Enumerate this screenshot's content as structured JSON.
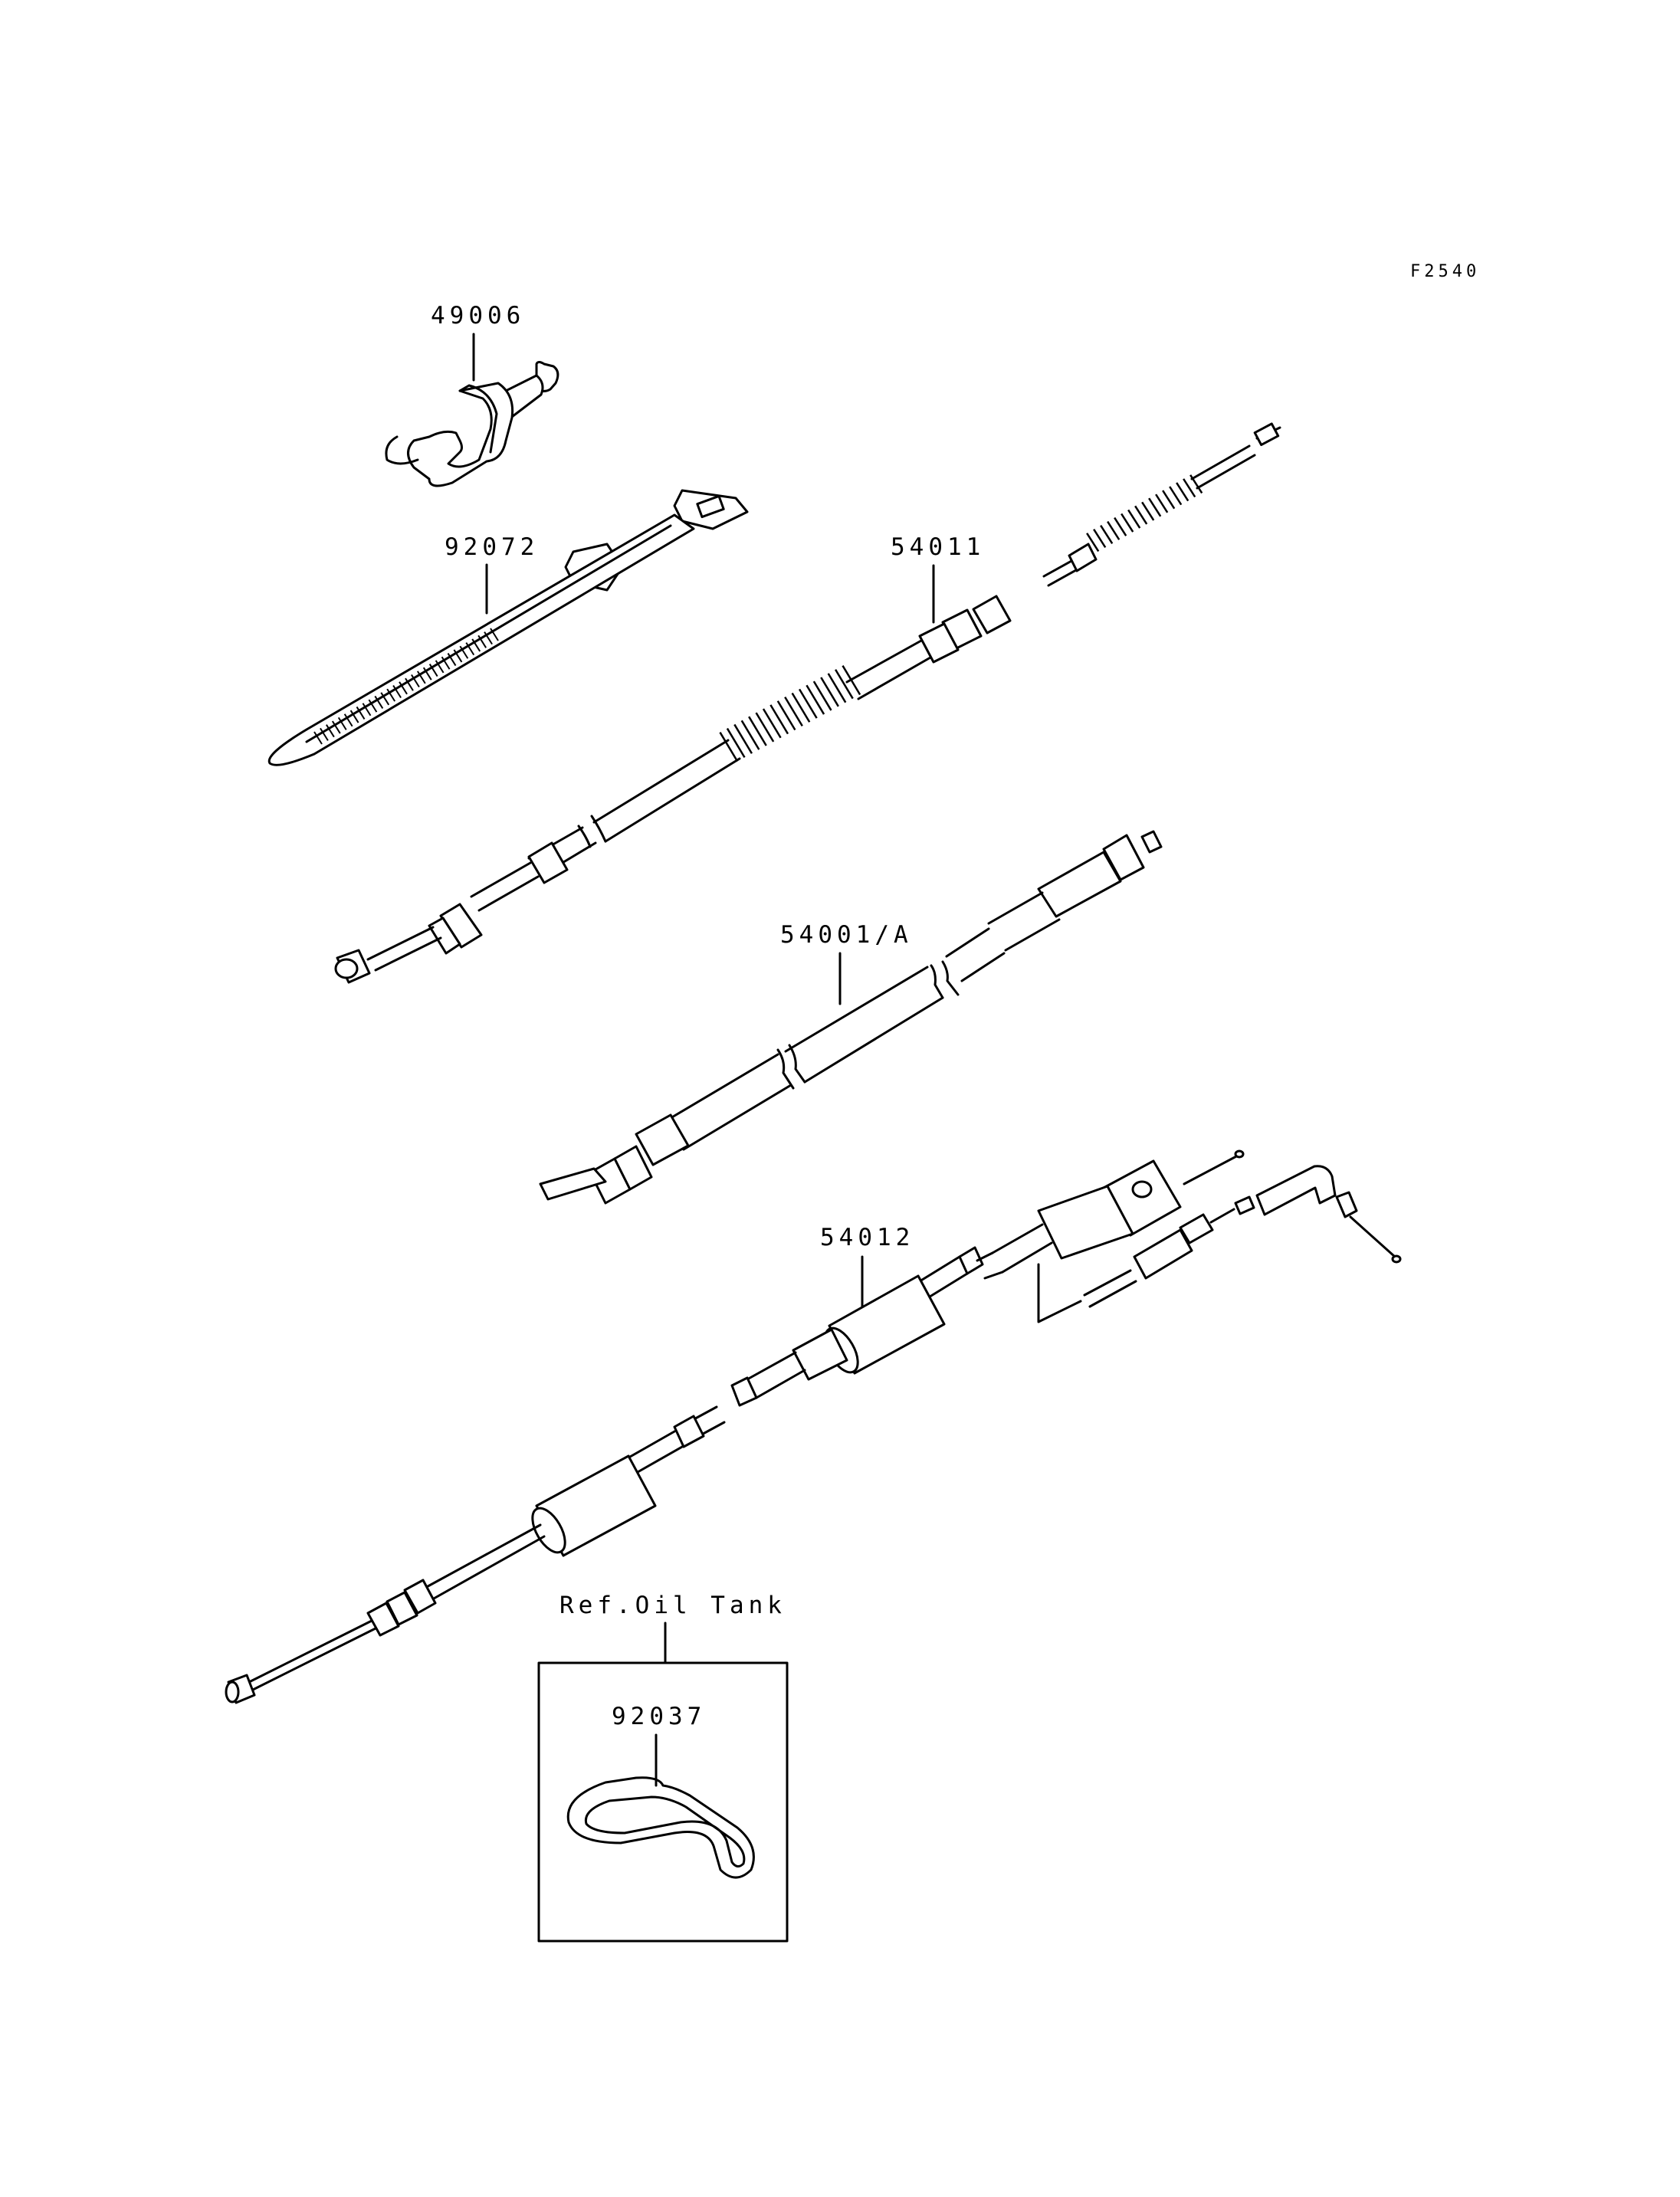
{
  "figure_code": "F2540",
  "parts": [
    {
      "id": "49006",
      "label": "49006"
    },
    {
      "id": "92072",
      "label": "92072"
    },
    {
      "id": "54011",
      "label": "54011"
    },
    {
      "id": "54001A",
      "label": "54001/A"
    },
    {
      "id": "54012",
      "label": "54012"
    },
    {
      "id": "92037",
      "label": "92037"
    }
  ],
  "ref_box": {
    "label": "Ref.Oil Tank"
  }
}
